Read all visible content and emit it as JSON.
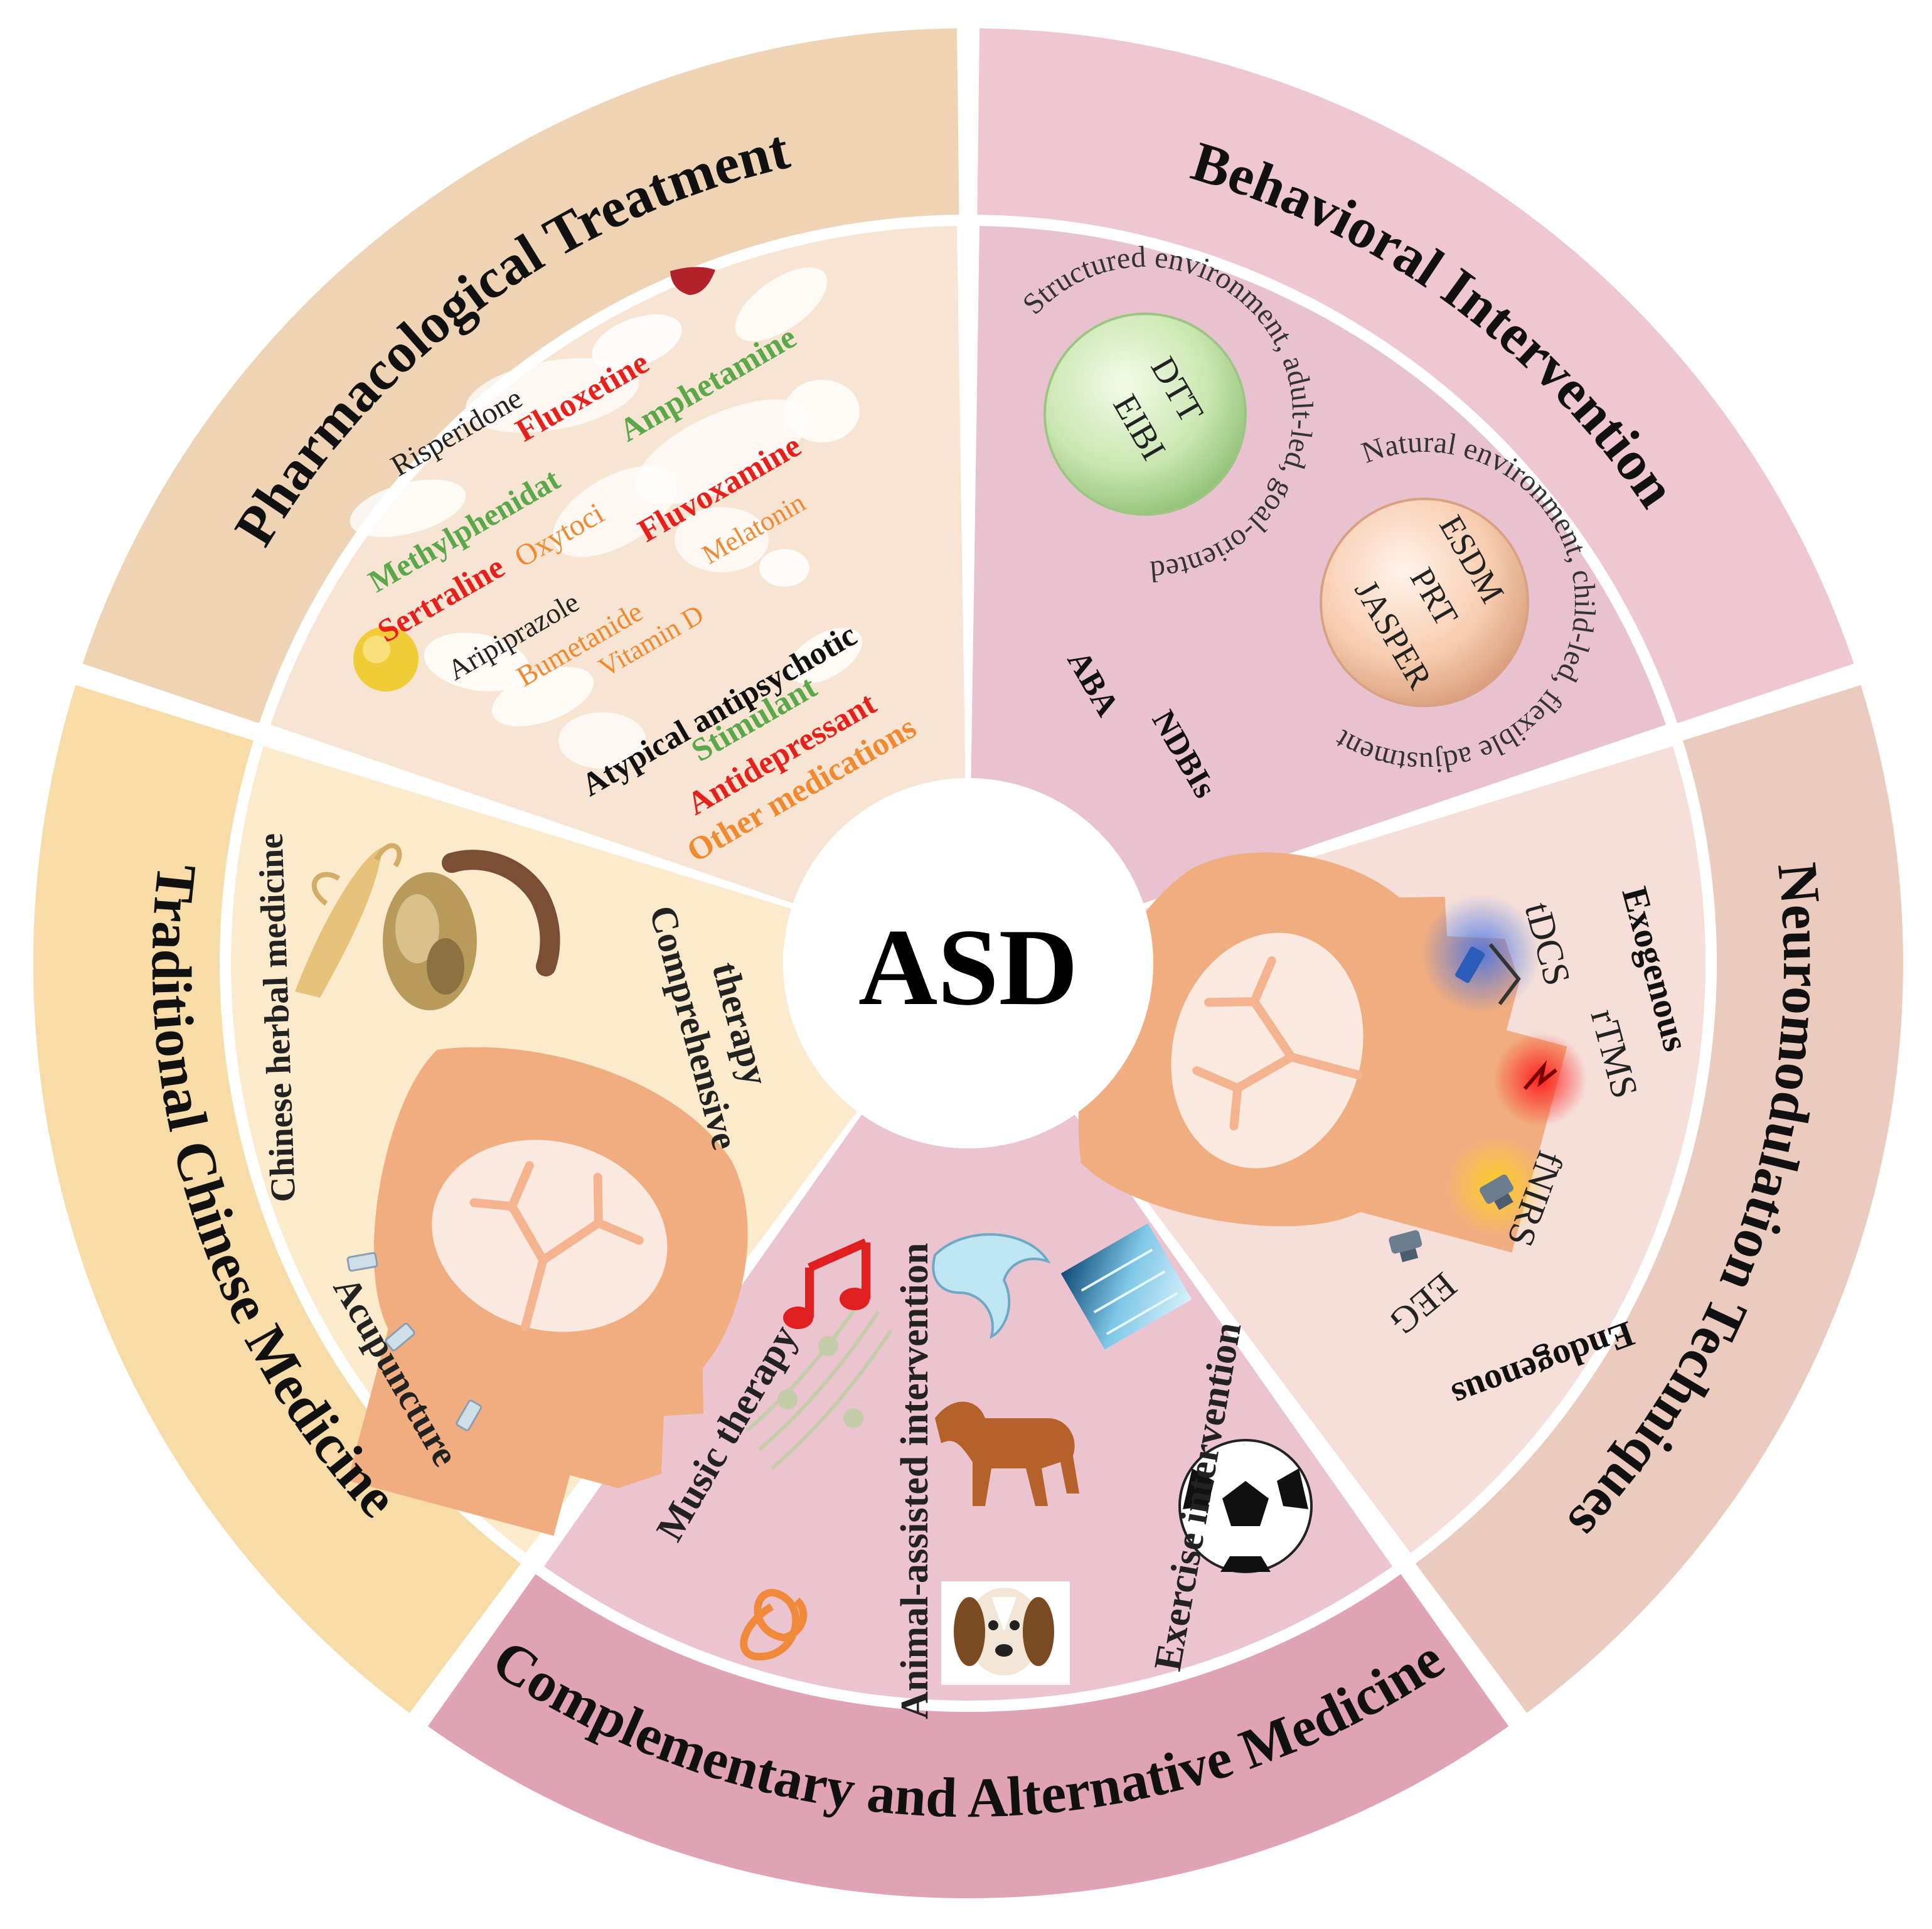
{
  "center": {
    "label": "ASD"
  },
  "colors": {
    "pharm_outer": "#efd3b5",
    "pharm_inner": "#f7e4d2",
    "behav_outer": "#efc7d1",
    "behav_inner": "#e9c2d0",
    "neuro_outer": "#eccbbf",
    "neuro_inner": "#f5dfd8",
    "cam_outer": "#dfa3b4",
    "cam_inner": "#ecc4cf",
    "tcm_outer": "#f7dca8",
    "tcm_inner": "#fbebcc",
    "head": "#f0ad7f",
    "brain": "#fbe9df",
    "brain_vein": "#f3b48f",
    "green": "#5aa84a",
    "red": "#e8201c",
    "orange": "#f0892f",
    "black": "#111111"
  },
  "pharmacological": {
    "title": "Pharmacological Treatment",
    "drugs": {
      "risperidone": "Risperidone",
      "fluoxetine": "Fluoxetine",
      "amphetamine": "Amphetamine",
      "methylphenidat": "Methylphenidat",
      "fluvoxamine": "Fluvoxamine",
      "oxytoci": "Oxytoci",
      "melatonin": "Melatonin",
      "sertraline": "Sertraline",
      "aripiprazole": "Aripiprazole",
      "bumetanide": "Bumetanide",
      "vitamin_d": "Vitamin D"
    },
    "legend": {
      "atypical": "Atypical antipsychotic",
      "stimulant": "Stimulant",
      "antidepressant": "Antidepressant",
      "other": "Other medications"
    }
  },
  "behavioral": {
    "title": "Behavioral Intervention",
    "aba_arc": "Structured environment, adult-led, goal-oriented",
    "ndbi_arc": "Natural environment, child-led, flexible adjustment",
    "aba_methods": [
      "DTT",
      "EIBI"
    ],
    "ndbi_methods": [
      "ESDM",
      "PRT",
      "JASPER"
    ],
    "aba": "ABA",
    "ndbis": "NDBIs"
  },
  "neuromodulation": {
    "title": "Neuromodulation Techniques",
    "exogenous": "Exogenous",
    "endogenous": "Endogenous",
    "tdcs": "tDCS",
    "rtms": "rTMS",
    "fnirs": "fNIRS",
    "eeg": "EEG"
  },
  "cam": {
    "title": "Complementary and Alternative Medicine",
    "music": "Music therapy",
    "animal": "Animal-assisted intervention",
    "exercise": "Exercise intervention",
    "icons": [
      "music-notes-icon",
      "treble-clef-icon",
      "dolphin-icon",
      "horse-icon",
      "dog-icon",
      "swimming-pool-icon",
      "soccer-ball-icon"
    ]
  },
  "tcm": {
    "title": "Traditional Chinese Medicine",
    "herbal": "Chinese herbal medicine",
    "comprehensive_line1": "Comprehensive",
    "comprehensive_line2": "therapy",
    "acupuncture": "Acupuncture",
    "plus": "+"
  }
}
